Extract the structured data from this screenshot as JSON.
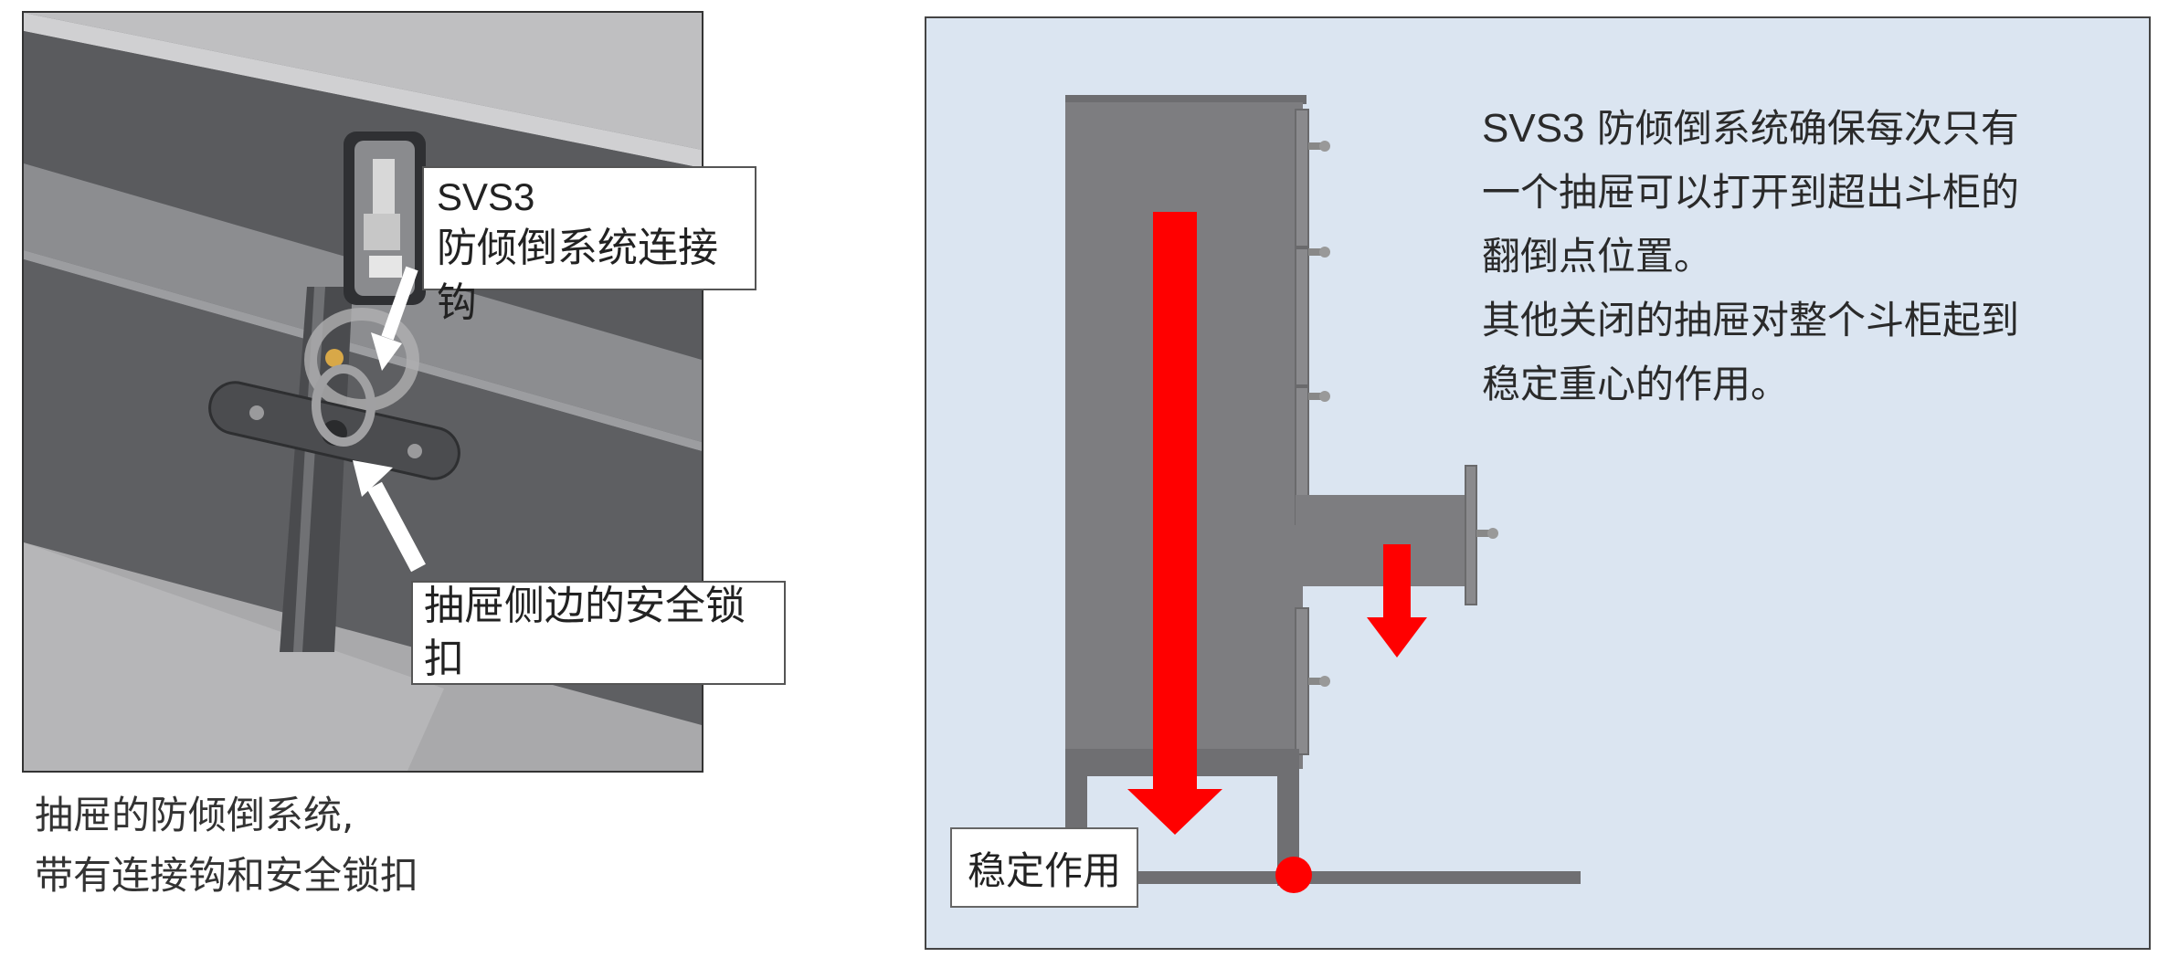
{
  "left_panel": {
    "hook_callout": {
      "model": "SVS3",
      "text": "防倾倒系统连接钩"
    },
    "lock_callout": {
      "text": "抽屉侧边的安全锁扣"
    },
    "caption": {
      "line1": "抽屉的防倾倒系统,",
      "line2": "带有连接钩和安全锁扣"
    }
  },
  "right_panel": {
    "description": {
      "model": "SVS3",
      "line1_rest": " 防倾倒系统确保每次只有",
      "line2": "一个抽屉可以打开到超出斗柜的",
      "line3": "翻倒点位置。",
      "line4": "其他关闭的抽屉对整个斗柜起到",
      "line5": "稳定重心的作用。"
    },
    "stable_label": "稳定作用",
    "colors": {
      "arrow": "#ff0000",
      "cabinet": "#7d7d80",
      "background": "#dbe5f1"
    }
  }
}
